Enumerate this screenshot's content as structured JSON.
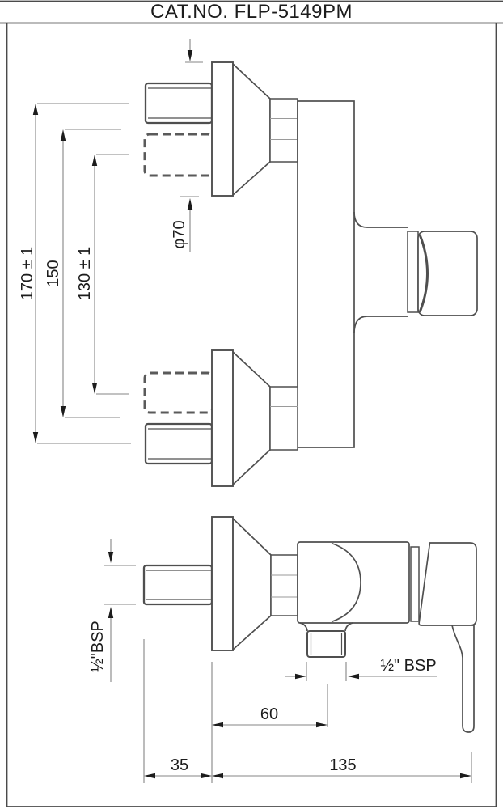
{
  "title": "CAT.NO. FLP-5149PM",
  "colors": {
    "background": "#ffffff",
    "drawing_line": "#4f4f4f",
    "dimension_line": "#858585",
    "arrow": "#1c1c1c",
    "text": "#1c1c1c",
    "frame": "#4a4a4a"
  },
  "front_view": {
    "dim_vertical_outer": "170 ± 1",
    "dim_vertical_middle": "150",
    "dim_vertical_inner": "130 ± 1",
    "dim_flange_diameter": "φ70"
  },
  "side_view": {
    "dim_inlet_thread": "½\"BSP",
    "dim_outlet_thread": "½\" BSP",
    "dim_wall_to_outlet_center": "60",
    "dim_inlet_leg_length": "35",
    "dim_body_depth": "135"
  }
}
